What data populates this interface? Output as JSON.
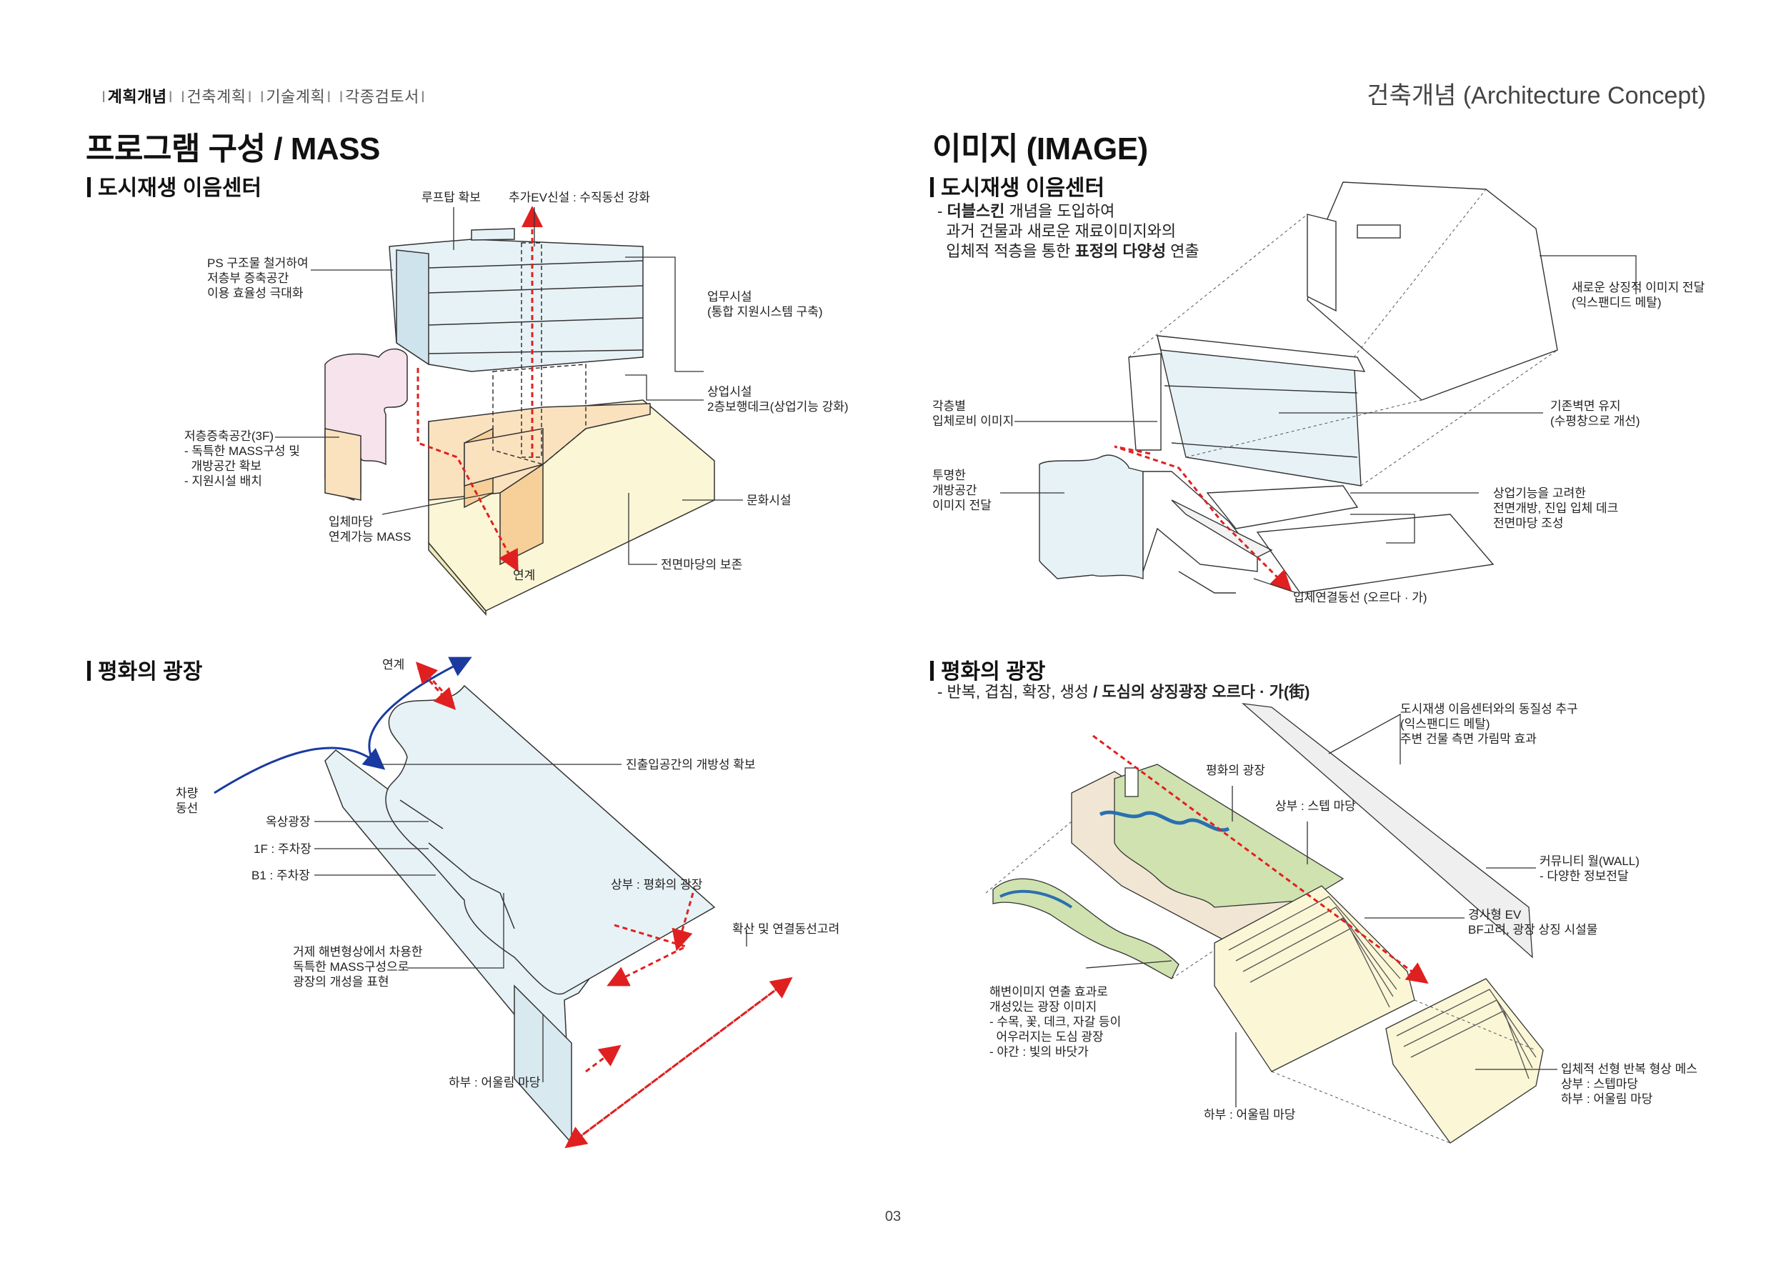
{
  "nav": {
    "items": [
      "계획개념",
      "건축계획",
      "기술계획",
      "각종검토서"
    ],
    "active_index": 0
  },
  "doc_title": "건축개념 (Architecture Concept)",
  "left": {
    "title": "프로그램 구성 / MASS",
    "top": {
      "subtitle": "도시재생 이음센터",
      "labels": {
        "rooftop": "루프탑 확보",
        "ev": "추가EV신설 : 수직동선 강화",
        "ps": "PS 구조물 철거하여\n저층부 증축공간\n이용 효율성 극대화",
        "office": "업무시설\n(통합 지원시스템 구축)",
        "commerce": "상업시설\n2층보행데크(상업기능 강화)",
        "lowrise": "저층증축공간(3F)\n- 독특한 MASS구성 및\n  개방공간 확보\n- 지원시설 배치",
        "culture": "문화시설",
        "yard": "입체마당\n연계가능 MASS",
        "link": "연계",
        "front": "전면마당의 보존"
      }
    },
    "bottom": {
      "subtitle": "평화의 광장",
      "labels": {
        "link": "연계",
        "vehicle": "차량\n동선",
        "entrance": "진출입공간의 개방성 확보",
        "roof_plaza": "옥상광장",
        "f1": "1F : 주차장",
        "b1": "B1 : 주차장",
        "upper": "상부 : 평화의 광장",
        "expand": "확산 및 연결동선고려",
        "beach": "거제 해변형상에서 차용한\n독특한 MASS구성으로\n광장의 개성을 표현",
        "lower": "하부 : 어울림 마당"
      }
    }
  },
  "right": {
    "title": "이미지 (IMAGE)",
    "top": {
      "subtitle": "도시재생 이음센터",
      "desc_l1_bold": "더블스킨",
      "desc_l1_rest": " 개념을 도입하여",
      "desc_l2": "과거 건물과 새로운 재료이미지와의",
      "desc_l3_a": "입체적 적층을 통한 ",
      "desc_l3_bold": "표정의 다양성",
      "desc_l3_b": " 연출",
      "labels": {
        "symbol": "새로운 상징적 이미지 전달\n(익스팬디드 메탈)",
        "lobby": "각층별\n입체로비 이미지",
        "wall": "기존벽면 유지\n(수평창으로 개선)",
        "transparent": "투명한\n개방공간\n이미지 전달",
        "commerce": "상업기능을 고려한\n전면개방, 진입 입체 데크\n전면마당 조성",
        "route": "입체연결동선 (오르다 · 가)"
      }
    },
    "bottom": {
      "subtitle": "평화의 광장",
      "desc_a": "반복, 겹침, 확장, 생성",
      "desc_bold": "/ 도심의 상징광장 오르다 · 가(街)",
      "labels": {
        "identity": "도시재생 이음센터와의 동질성 추구\n(익스팬디드 메탈)\n주변 건물 측면 가림막 효과",
        "plaza": "평화의 광장",
        "upper": "상부 : 스텝 마당",
        "community": "커뮤니티 월(WALL)\n- 다양한 정보전달",
        "ev": "경사형 EV\nBF고려, 광장 상징 시설물",
        "beach": "해변이미지 연출 효과로\n개성있는 광장 이미지\n- 수목, 꽃, 데크, 자갈 등이\n  어우러지는 도심 광장\n- 야간 : 빛의 바닷가",
        "lower": "하부 : 어울림 마당",
        "linear": "입체적 선형 반복 형상 메스\n상부 : 스텝마당\n하부 : 어울림 마당"
      }
    }
  },
  "page_number": "03",
  "colors": {
    "red": "#e02020",
    "blue": "#1a3aa0",
    "pink": "#f6e3ec",
    "orange": "#fbe2bf",
    "yellow": "#fbf6d6",
    "blue_light": "#e7f2f6",
    "green": "#cfe2b0"
  }
}
